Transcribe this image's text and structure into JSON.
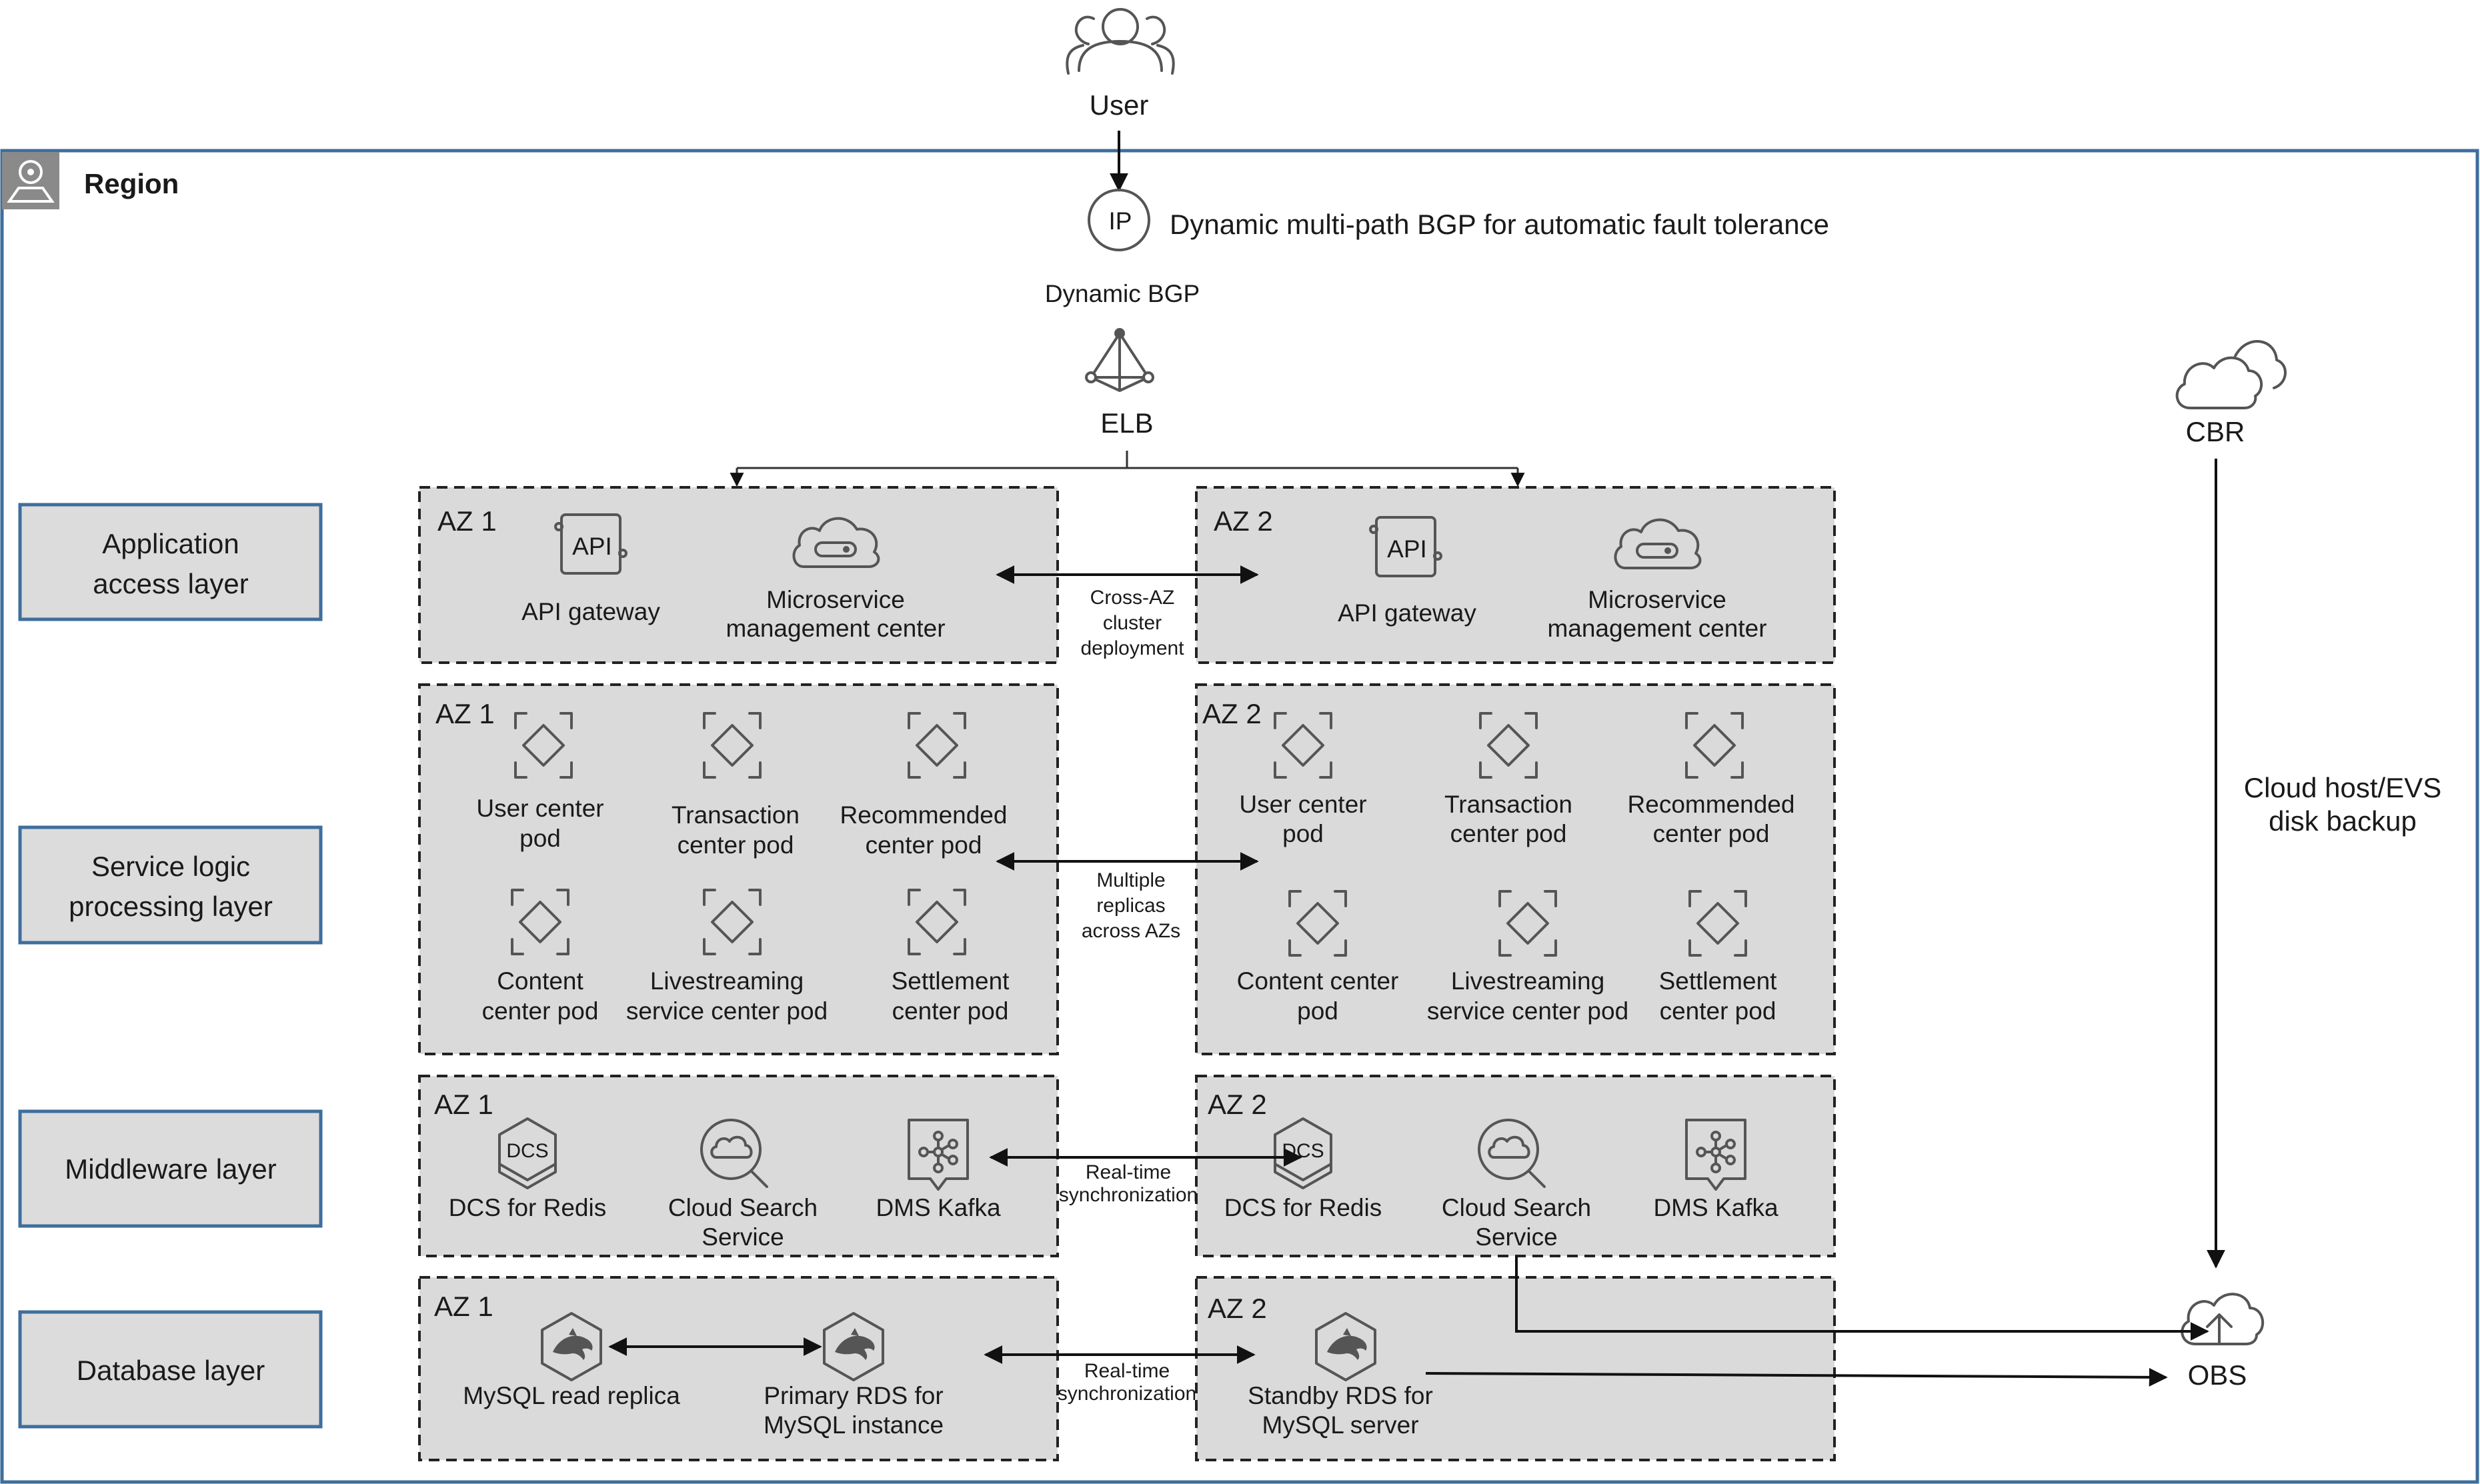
{
  "user": {
    "label": "User"
  },
  "region": {
    "title": "Region"
  },
  "eip": {
    "icon_text": "IP",
    "description": "Dynamic multi-path BGP for automatic fault tolerance"
  },
  "bgp": {
    "label": "Dynamic BGP"
  },
  "elb": {
    "label": "ELB"
  },
  "cbr": {
    "label": "CBR",
    "backup_label_line1": "Cloud host/EVS",
    "backup_label_line2": "disk backup"
  },
  "obs": {
    "label": "OBS"
  },
  "layers": {
    "application": {
      "line1": "Application",
      "line2": "access layer"
    },
    "service": {
      "line1": "Service logic",
      "line2": "processing layer"
    },
    "middleware": {
      "line1": "Middleware layer"
    },
    "database": {
      "line1": "Database layer"
    }
  },
  "az_labels": {
    "az1": "AZ 1",
    "az2": "AZ 2"
  },
  "app_access": {
    "api_icon_text": "API",
    "api_gateway": "API gateway",
    "msc_line1": "Microservice",
    "msc_line2": "management center",
    "link_line1": "Cross-AZ",
    "link_line2": "cluster",
    "link_line3": "deployment"
  },
  "service_logic": {
    "user_center_l1": "User center",
    "user_center_l2": "pod",
    "transaction_l1": "Transaction",
    "transaction_l2": "center pod",
    "recommended_l1": "Recommended",
    "recommended_l2": "center pod",
    "content_l1": "Content",
    "content_l2": "center pod",
    "content_az2_l1": "Content center",
    "content_az2_l2": "pod",
    "livestreaming_l1": "Livestreaming",
    "livestreaming_l2": "service center pod",
    "settlement_l1": "Settlement",
    "settlement_l2": "center pod",
    "link_line1": "Multiple",
    "link_line2": "replicas",
    "link_line3": "across AZs"
  },
  "middleware": {
    "dcs_icon_text": "DCS",
    "dcs": "DCS for Redis",
    "css_line1": "Cloud Search",
    "css_line2": "Service",
    "kafka": "DMS Kafka",
    "link_line1": "Real-time",
    "link_line2": "synchronization"
  },
  "database": {
    "read_replica": "MySQL read replica",
    "primary_line1": "Primary RDS for",
    "primary_line2": "MySQL instance",
    "standby_line1": "Standby RDS for",
    "standby_line2": "MySQL server",
    "link_line1": "Real-time",
    "link_line2": "synchronization"
  },
  "colors": {
    "region_border": "#3e6e9c",
    "az_fill": "#dadada",
    "icon_stroke": "#555555"
  }
}
